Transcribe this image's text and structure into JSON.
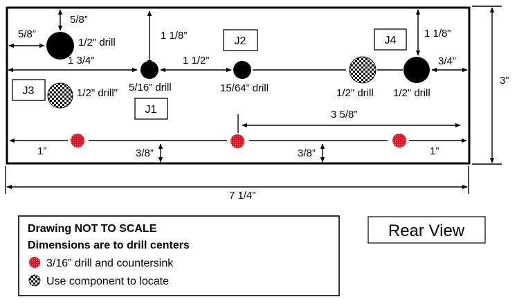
{
  "dimensions": {
    "d_5_8_top": "5/8”",
    "d_5_8_left": "5/8”",
    "d_1_1_8_a": "1 1/8”",
    "d_1_3_4": "1 3/4”",
    "d_1_1_2": "1 1/2”",
    "d_1_1_8_b": "1 1/8”",
    "d_3_4": "3/4”",
    "d_3": "3”",
    "d_3_5_8": "3 5/8”",
    "d_1_left": "1”",
    "d_3_8_a": "3/8”",
    "d_3_8_b": "3/8”",
    "d_1_right": "1”",
    "d_7_1_4": "7 1/4”"
  },
  "holes": {
    "h_topleft": "1/2\" drill",
    "h_j3": "1/2\" drill\"",
    "h_516": "5/16” drill",
    "h_1564": "15/64” drill",
    "h_checker_right": "1/2\" drill",
    "h_j4": "1/2\" drill"
  },
  "jacks": {
    "j1": "J1",
    "j2": "J2",
    "j3": "J3",
    "j4": "J4"
  },
  "legend": {
    "line1": "Drawing NOT TO SCALE",
    "line2": "Dimensions are to drill centers",
    "item_red": "3/16” drill and countersink",
    "item_checker": "Use component to locate"
  },
  "view_label": "Rear View",
  "colors": {
    "countersink": "#e8101c",
    "drill": "#000000"
  },
  "icons": {
    "countersink": "red-dotted-circle-icon",
    "locate": "checkered-circle-icon"
  }
}
